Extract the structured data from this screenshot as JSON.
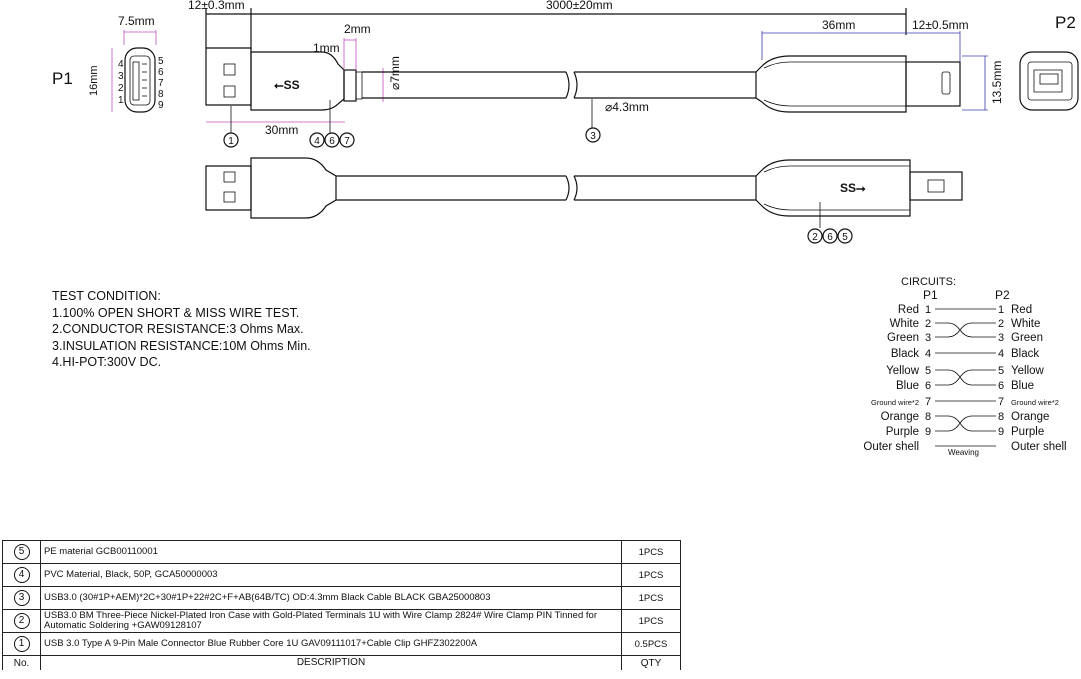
{
  "labels": {
    "p1": "P1",
    "p2": "P2",
    "dim_7_5mm": "7.5mm",
    "dim_16mm": "16mm",
    "dim_12_03mm": "12±0.3mm",
    "dim_3000mm": "3000±20mm",
    "dim_2mm": "2mm",
    "dim_1mm": "1mm",
    "dim_d7mm": "⌀7mm",
    "dim_30mm": "30mm",
    "dim_d43mm": "⌀4.3mm",
    "dim_36mm": "36mm",
    "dim_12_05mm": "12±0.5mm",
    "dim_13_5mm": "13.5mm",
    "pin_left": [
      "4",
      "3",
      "2",
      "1"
    ],
    "pin_right": [
      "5",
      "6",
      "7",
      "8",
      "9"
    ],
    "callouts": {
      "top_plug": "1",
      "top_boot": [
        "4",
        "6",
        "7"
      ],
      "top_cable": "3",
      "bottom_bm": [
        "2",
        "6",
        "5"
      ]
    }
  },
  "test_condition": {
    "title": "TEST CONDITION:",
    "lines": [
      "1.100% OPEN SHORT & MISS WIRE TEST.",
      "2.CONDUCTOR RESISTANCE:3 Ohms Max.",
      "3.INSULATION RESISTANCE:10M Ohms Min.",
      "4.HI-POT:300V DC."
    ]
  },
  "circuits": {
    "title": "CIRCUITS:",
    "p1": "P1",
    "p2": "P2",
    "rows": [
      {
        "left": "Red",
        "ln": "1",
        "rn": "1",
        "right": "Red"
      },
      {
        "left": "White",
        "ln": "2",
        "rn": "2",
        "right": "White"
      },
      {
        "left": "Green",
        "ln": "3",
        "rn": "3",
        "right": "Green"
      },
      {
        "left": "Black",
        "ln": "4",
        "rn": "4",
        "right": "Black"
      },
      {
        "left": "Yellow",
        "ln": "5",
        "rn": "5",
        "right": "Yellow"
      },
      {
        "left": "Blue",
        "ln": "6",
        "rn": "6",
        "right": "Blue"
      },
      {
        "left": "Ground wire*2",
        "ln": "7",
        "rn": "7",
        "right": "Ground wire*2"
      },
      {
        "left": "Orange",
        "ln": "8",
        "rn": "8",
        "right": "Orange"
      },
      {
        "left": "Purple",
        "ln": "9",
        "rn": "9",
        "right": "Purple"
      },
      {
        "left": "Outer shell",
        "ln": "",
        "rn": "",
        "right": "Outer shell"
      }
    ],
    "weaving": "Weaving"
  },
  "bom": {
    "header": {
      "no": "No.",
      "description": "DESCRIPTION",
      "qty": "QTY"
    },
    "rows": [
      {
        "no": "5",
        "description": "PE material GCB00110001",
        "qty": "1PCS"
      },
      {
        "no": "4",
        "description": "PVC Material, Black, 50P, GCA50000003",
        "qty": "1PCS"
      },
      {
        "no": "3",
        "description": "USB3.0 (30#1P+AEM)*2C+30#1P+22#2C+F+AB(64B/TC) OD:4.3mm Black Cable BLACK  GBA25000803",
        "qty": "1PCS"
      },
      {
        "no": "2",
        "description": "USB3.0 BM Three-Piece Nickel-Plated Iron Case with Gold-Plated Terminals 1U with Wire Clamp  2824# Wire Clamp PIN Tinned for Automatic Soldering +GAW09128107",
        "qty": "1PCS"
      },
      {
        "no": "1",
        "description": "USB 3.0 Type A 9-Pin Male Connector Blue Rubber Core 1U GAV09111017+Cable Clip GHFZ302200A",
        "qty": "0.5PCS"
      }
    ]
  },
  "colors": {
    "dimension": "#3b3bb0",
    "accent": "#c050c0",
    "line": "#111111"
  }
}
